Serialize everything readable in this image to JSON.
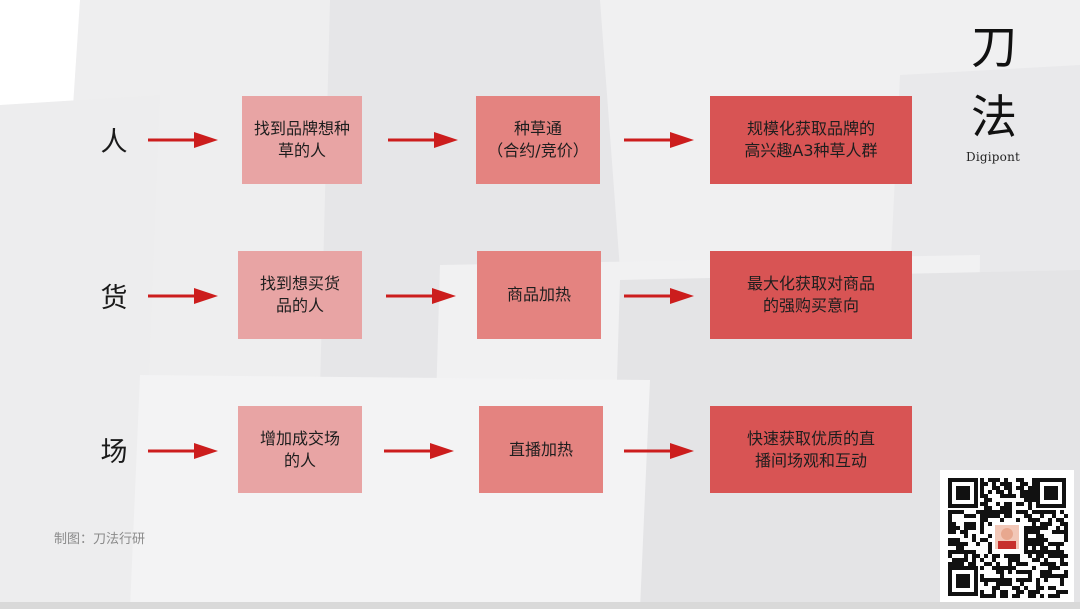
{
  "rows": [
    {
      "label": "人",
      "steps": [
        "找到品牌想种\n草的人",
        "种草通\n（合约/竞价）",
        "规模化获取品牌的\n高兴趣A3种草人群"
      ]
    },
    {
      "label": "货",
      "steps": [
        "找到想买货\n品的人",
        "商品加热",
        "最大化获取对商品\n的强购买意向"
      ]
    },
    {
      "label": "场",
      "steps": [
        "增加成交场\n的人",
        "直播加热",
        "快速获取优质的直\n播间场观和互动"
      ]
    }
  ],
  "brand": {
    "char1": "刀",
    "char2": "法",
    "sub": "Digipont"
  },
  "credit": "制图：刀法行研",
  "colors": {
    "arrow": "#cc1d1d",
    "step1": "#e8a4a4",
    "step2": "#e48380",
    "step3": "#d85454"
  },
  "icons": {
    "arrow": "right-arrow-icon",
    "qr": "qr-code-icon",
    "avatar": "avatar"
  }
}
